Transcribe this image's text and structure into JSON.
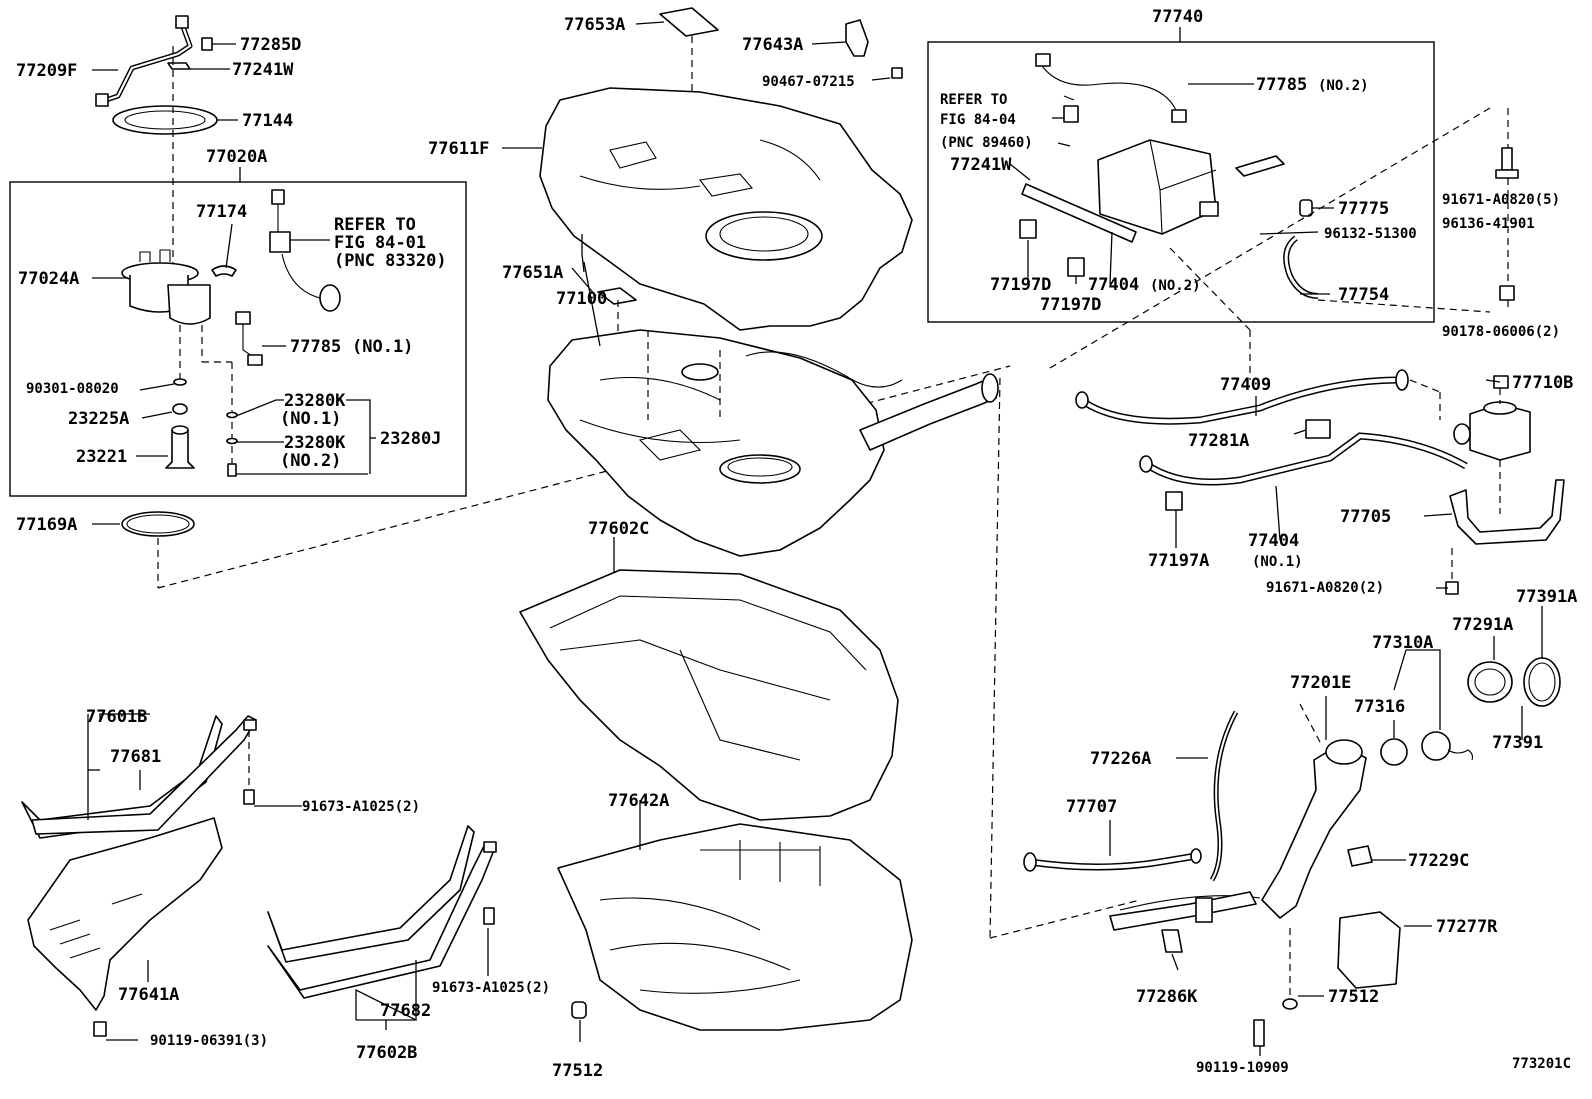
{
  "labels": {
    "p77209F": "77209F",
    "p77285D": "77285D",
    "p77241W": "77241W",
    "p77144": "77144",
    "p77020A": "77020A",
    "p77174": "77174",
    "p77024A": "77024A",
    "refer1_l1": "REFER TO",
    "refer1_l2": "FIG 84-01",
    "refer1_l3": "(PNC 83320)",
    "p77785_no1": "77785",
    "p77785_no1_note": "(NO.1)",
    "p90301": "90301-08020",
    "p23225A": "23225A",
    "p23221": "23221",
    "p23280K_1": "23280K",
    "p23280K_1_note": "(NO.1)",
    "p23280K_2": "23280K",
    "p23280K_2_note": "(NO.2)",
    "p23280J": "23280J",
    "p77169A": "77169A",
    "p77653A": "77653A",
    "p77643A": "77643A",
    "p90467": "90467-07215",
    "p77611F": "77611F",
    "p77651A": "77651A",
    "p77100": "77100",
    "p77602C": "77602C",
    "p77740": "77740",
    "p77785_no2": "77785",
    "p77785_no2_note": "(NO.2)",
    "refer2_l1": "REFER TO",
    "refer2_l2": "FIG 84-04",
    "refer2_l3": "(PNC 89460)",
    "p77241W_b": "77241W",
    "p77775": "77775",
    "p96132": "96132-51300",
    "p77197D_a": "77197D",
    "p77404_no2": "77404",
    "p77404_no2_note": "(NO.2)",
    "p77197D_b": "77197D",
    "p77754": "77754",
    "p91671_5": "91671-A0820(5)",
    "p96136": "96136-41901",
    "p90178": "90178-06006(2)",
    "p77710B": "77710B",
    "p77409": "77409",
    "p77281A": "77281A",
    "p77404_no1": "77404",
    "p77404_no1_note": "(NO.1)",
    "p77197A": "77197A",
    "p77705": "77705",
    "p91671_2": "91671-A0820(2)",
    "p77601B": "77601B",
    "p77681": "77681",
    "p91673_a": "91673-A1025(2)",
    "p77641A": "77641A",
    "p90119_06391": "90119-06391(3)",
    "p77682": "77682",
    "p77602B": "77602B",
    "p91673_b": "91673-A1025(2)",
    "p77642A": "77642A",
    "p77512_a": "77512",
    "p77391A": "77391A",
    "p77291A": "77291A",
    "p77310A": "77310A",
    "p77201E": "77201E",
    "p77316": "77316",
    "p77391": "77391",
    "p77226A": "77226A",
    "p77707": "77707",
    "p77229C": "77229C",
    "p77277R": "77277R",
    "p77286K": "77286K",
    "p77512_b": "77512",
    "p90119_10909": "90119-10909",
    "figure_id": "773201C"
  }
}
